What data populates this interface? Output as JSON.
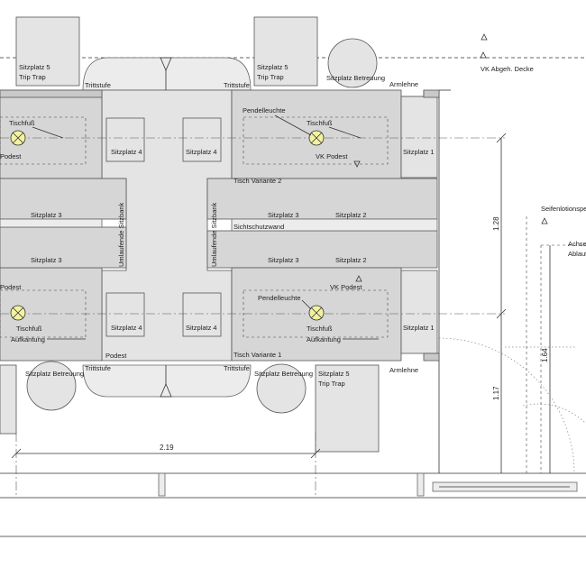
{
  "labels": {
    "seat5": "Sitzplatz 5",
    "trip_trap": "Trip Trap",
    "trittstufe": "Trittstufe",
    "seat_betreuung": "Sitzplatz Betreuung",
    "armlehne": "Armlehne",
    "vk_abgeh_decke": "VK Abgeh. Decke",
    "pendelleuchte": "Pendelleuchte",
    "tischfuss": "Tischfuß",
    "vk_podest": "VK Podest",
    "podest": "Podest",
    "seat4": "Sitzplatz 4",
    "seat3": "Sitzplatz 3",
    "seat2": "Sitzplatz 2",
    "seat1": "Sitzplatz 1",
    "tisch_variante_2": "Tisch Variante 2",
    "tisch_variante_1": "Tisch Variante 1",
    "umlaufende_sitzbank": "Umlaufende Sitzbank",
    "sichtschutzwand": "Sichtschutzwand",
    "aufkantung": "Aufkantung",
    "seifenlotionspender": "Seifenlotionspen",
    "achse": "Achse",
    "ablauf": "Ablauf"
  },
  "dimensions": {
    "width_219": "2.19",
    "height_128": "1.28",
    "height_117": "1.17",
    "height_164": "1.64"
  }
}
